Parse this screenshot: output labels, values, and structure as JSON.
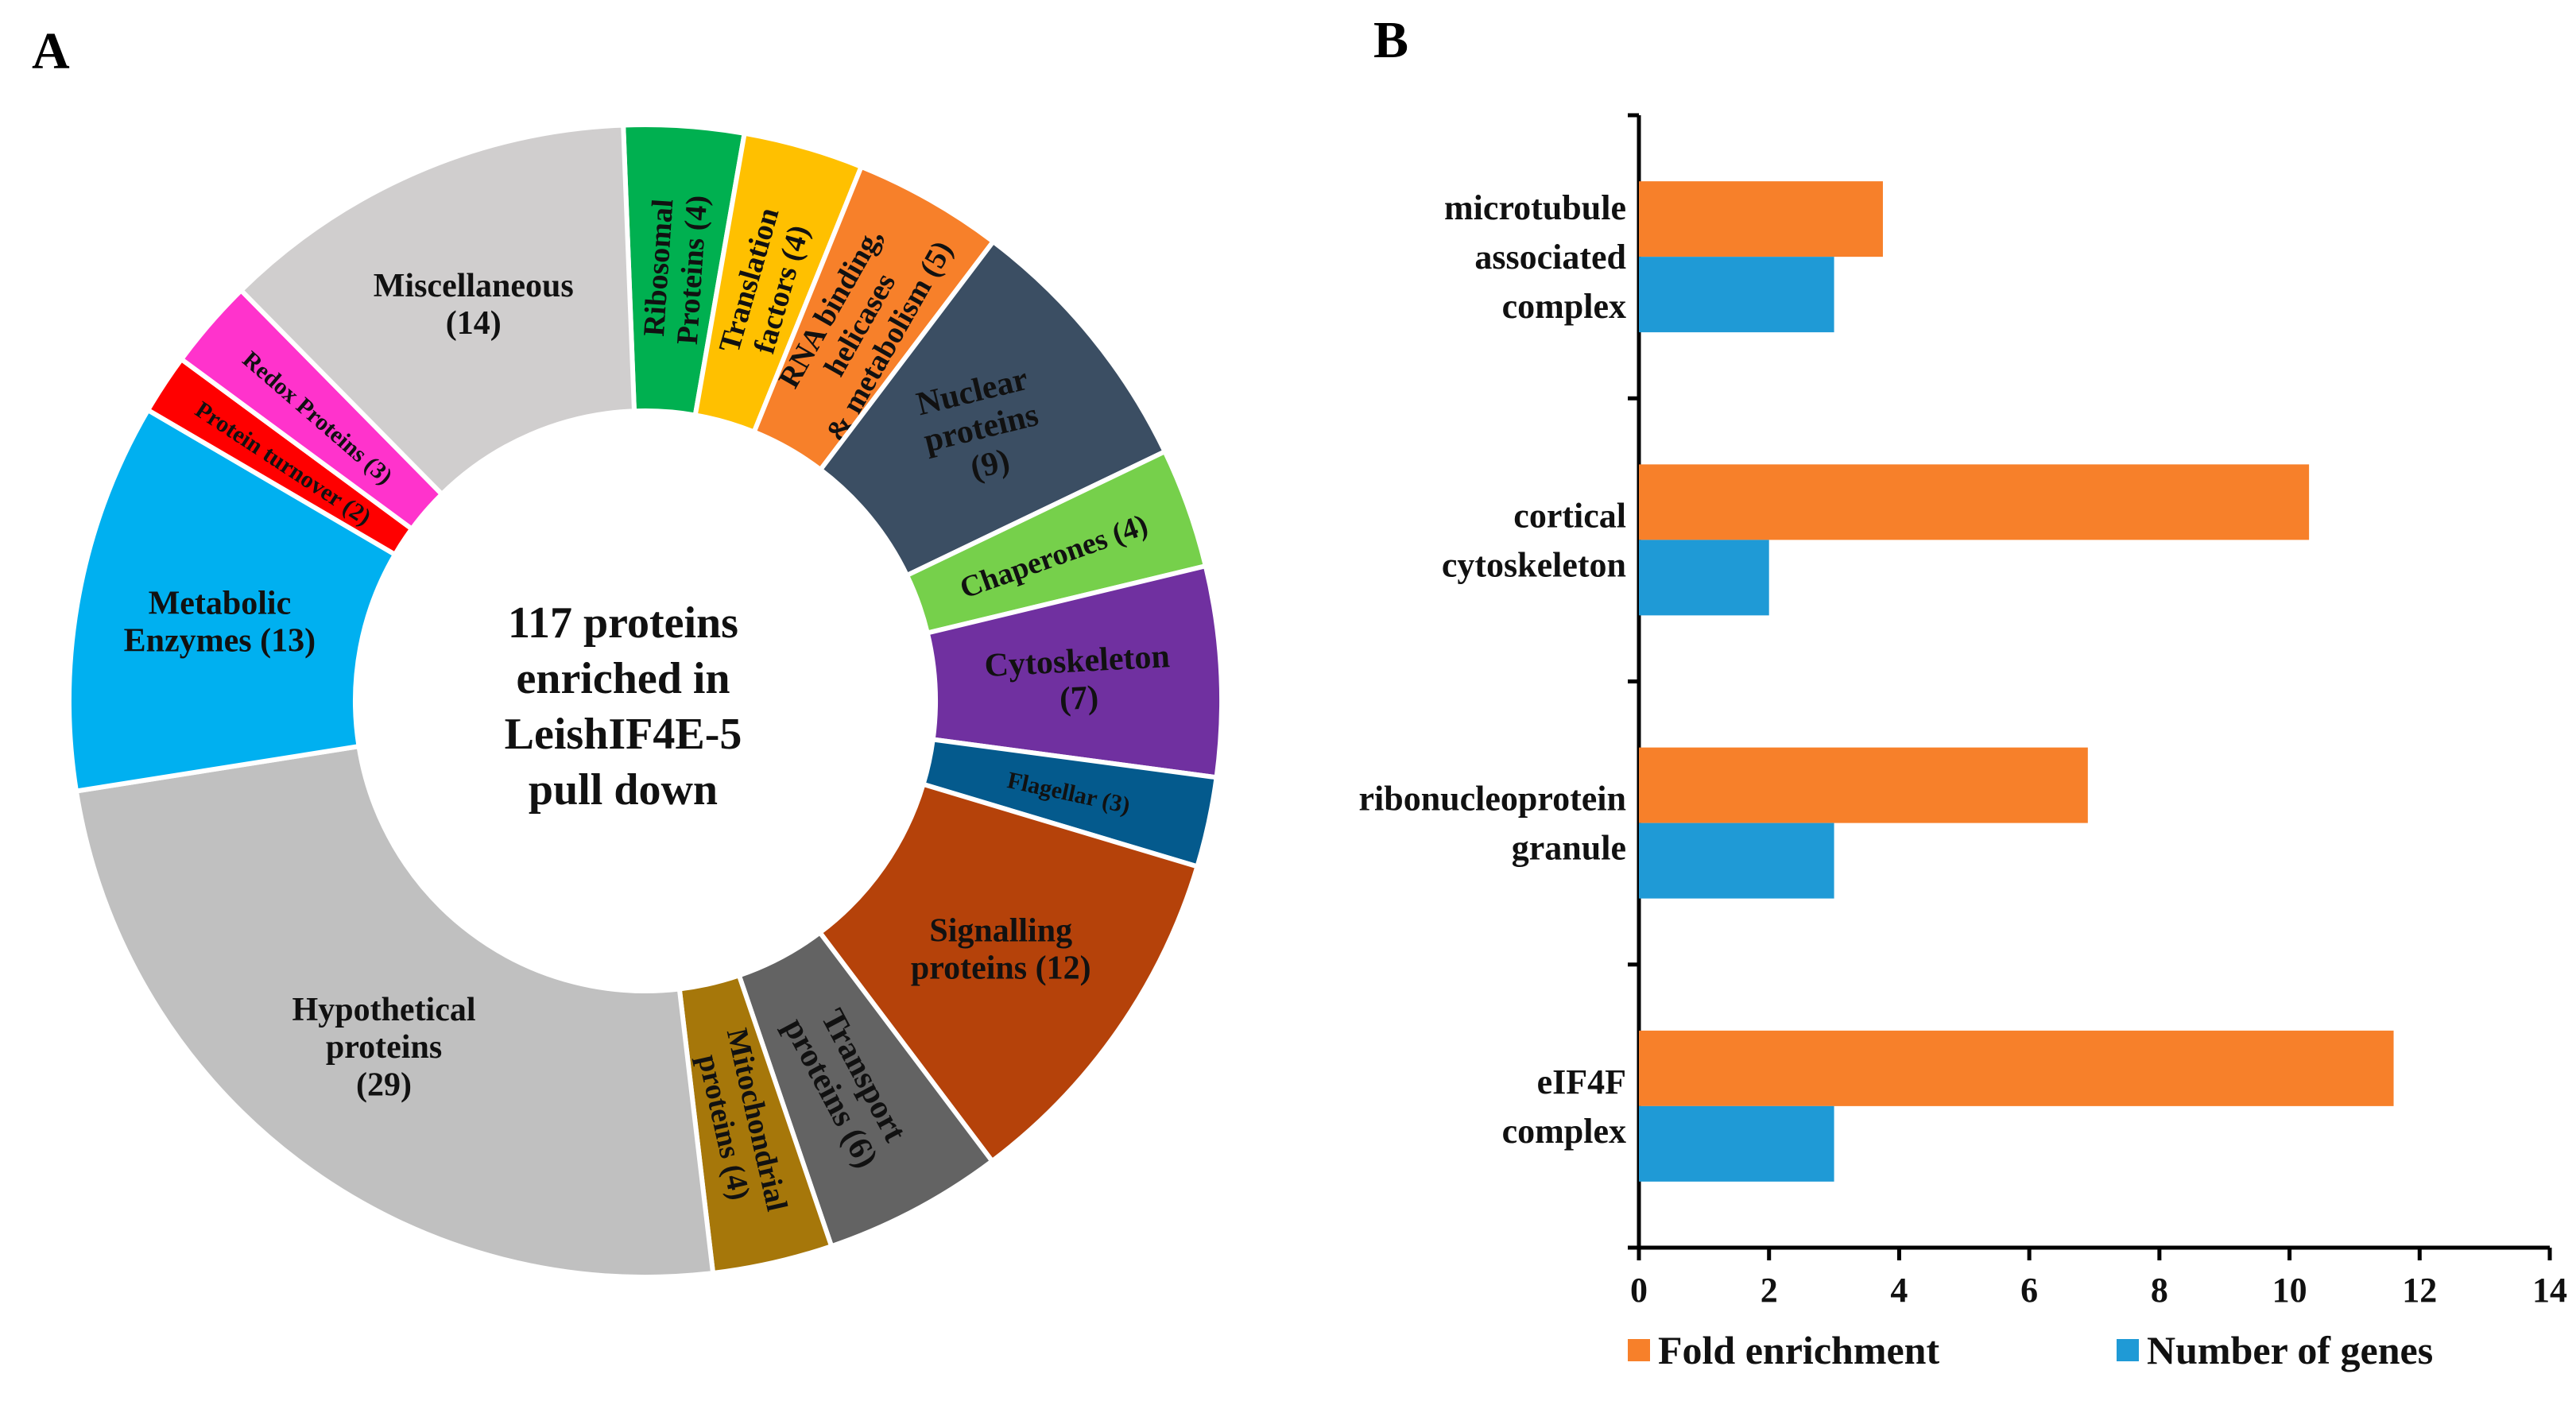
{
  "panels": {
    "a": "A",
    "b": "B"
  },
  "chart_data": [
    {
      "type": "pie",
      "donut": true,
      "center_text": [
        "117 proteins",
        "enriched in",
        "LeishIF4E-5",
        "pull down"
      ],
      "slices": [
        {
          "label": "Ribosomal Proteins (4)",
          "lines": [
            "Ribosomal",
            "Proteins (4)"
          ],
          "value": 4,
          "color": "#00b050"
        },
        {
          "label": "Translation factors (4)",
          "lines": [
            "Translation",
            "factors (4)"
          ],
          "value": 4,
          "color": "#ffc000"
        },
        {
          "label": "RNA binding, helicases & metabolism (5)",
          "lines": [
            "RNA binding,",
            "helicases",
            "& metabolism (5)"
          ],
          "value": 5,
          "color": "#f7802a"
        },
        {
          "label": "Nuclear proteins (9)",
          "lines": [
            "Nuclear",
            "proteins",
            "(9)"
          ],
          "value": 9,
          "color": "#3b4e63"
        },
        {
          "label": "Chaperones (4)",
          "lines": [
            "Chaperones (4)"
          ],
          "value": 4,
          "color": "#76d04b"
        },
        {
          "label": "Cytoskeleton (7)",
          "lines": [
            "Cytoskeleton",
            "(7)"
          ],
          "value": 7,
          "color": "#7030a0"
        },
        {
          "label": "Flagellar (3)",
          "lines": [
            "Flagellar (3)"
          ],
          "value": 3,
          "color": "#045a8d"
        },
        {
          "label": "Signalling proteins (12)",
          "lines": [
            "Signalling",
            "proteins (12)"
          ],
          "value": 12,
          "color": "#b5420a"
        },
        {
          "label": "Transport proteins (6)",
          "lines": [
            "Transport",
            "proteins (6)"
          ],
          "value": 6,
          "color": "#636363"
        },
        {
          "label": "Mitochondrial proteins (4)",
          "lines": [
            "Mitochondrial",
            "proteins (4)"
          ],
          "value": 4,
          "color": "#a6770a"
        },
        {
          "label": "Hypothetical proteins (29)",
          "lines": [
            "Hypothetical",
            "proteins",
            "(29)"
          ],
          "value": 29,
          "color": "#c0c0c0"
        },
        {
          "label": "Metabolic Enzymes (13)",
          "lines": [
            "Metabolic",
            "Enzymes (13)"
          ],
          "value": 13,
          "color": "#00b0f0"
        },
        {
          "label": "Protein turnover (2)",
          "lines": [
            "Protein turnover (2)"
          ],
          "value": 2,
          "color": "#ff0000"
        },
        {
          "label": "Redox Proteins (3)",
          "lines": [
            "Redox Proteins (3)"
          ],
          "value": 3,
          "color": "#ff33cc"
        },
        {
          "label": "Miscellaneous (14)",
          "lines": [
            "Miscellaneous",
            "(14)"
          ],
          "value": 14,
          "color": "#d0cece"
        }
      ]
    },
    {
      "type": "bar",
      "orientation": "horizontal",
      "categories": [
        {
          "name": "microtubule associated complex",
          "lines": [
            "microtubule",
            "associated",
            "complex"
          ]
        },
        {
          "name": "cortical cytoskeleton",
          "lines": [
            "cortical",
            "cytoskeleton"
          ]
        },
        {
          "name": "ribonucleoprotein granule",
          "lines": [
            "ribonucleoprotein",
            "granule"
          ]
        },
        {
          "name": "eIF4F complex",
          "lines": [
            "eIF4F",
            "complex"
          ]
        }
      ],
      "series": [
        {
          "name": "Fold enrichment",
          "values": [
            3.75,
            10.3,
            6.9,
            11.6
          ],
          "color": "#f7802a"
        },
        {
          "name": "Number of genes",
          "values": [
            3,
            2,
            3,
            3
          ],
          "color": "#1f9ad6"
        }
      ],
      "xlim": [
        0,
        14
      ],
      "xticks": [
        "0",
        "2",
        "4",
        "6",
        "8",
        "10",
        "12",
        "14"
      ],
      "legend_position": "bottom",
      "grid": false
    }
  ]
}
